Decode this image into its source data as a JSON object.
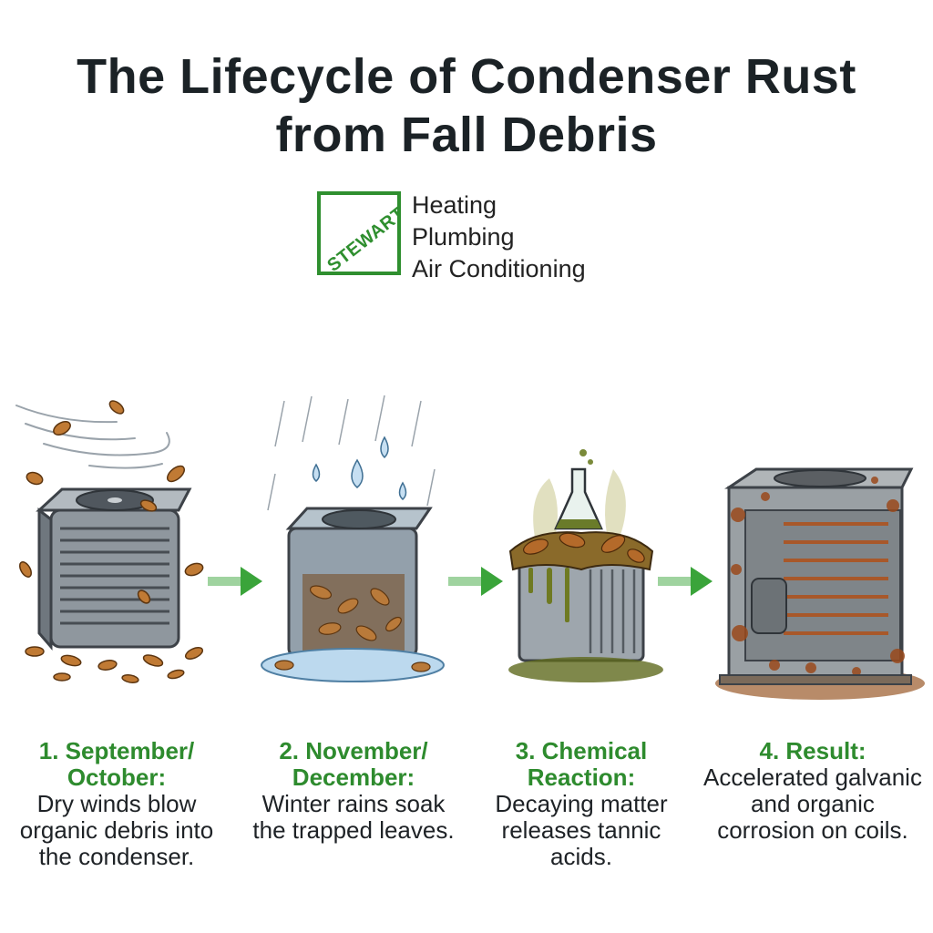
{
  "title": {
    "line1": "The Lifecycle of Condenser Rust",
    "line2": "from Fall Debris"
  },
  "logo": {
    "brand": "STEWART",
    "services": [
      "Heating",
      "Plumbing",
      "Air Conditioning"
    ],
    "color": "#2f8f2f"
  },
  "steps": [
    {
      "heading_line1": "1. September/",
      "heading_line2": "October:",
      "body": "Dry winds blow organic debris into the condenser.",
      "illustration": "ac-unit-with-blowing-leaves"
    },
    {
      "heading_line1": "2. November/",
      "heading_line2": "December:",
      "body": "Winter rains soak the trapped leaves.",
      "illustration": "ac-unit-in-rain-with-wet-leaves"
    },
    {
      "heading_line1": "3. Chemical",
      "heading_line2": "Reaction:",
      "body": "Decaying matter releases tannic acids.",
      "illustration": "ac-unit-with-acid-flask"
    },
    {
      "heading_line1": "4. Result:",
      "heading_line2": "",
      "body": "Accelerated galvanic and organic corrosion on coils.",
      "illustration": "rusted-ac-unit"
    }
  ],
  "colors": {
    "accent_green": "#2e8b2e",
    "arrow_green": "#3aa43a",
    "leaf_brown": "#b8732e",
    "rust": "#9a4a1c"
  }
}
